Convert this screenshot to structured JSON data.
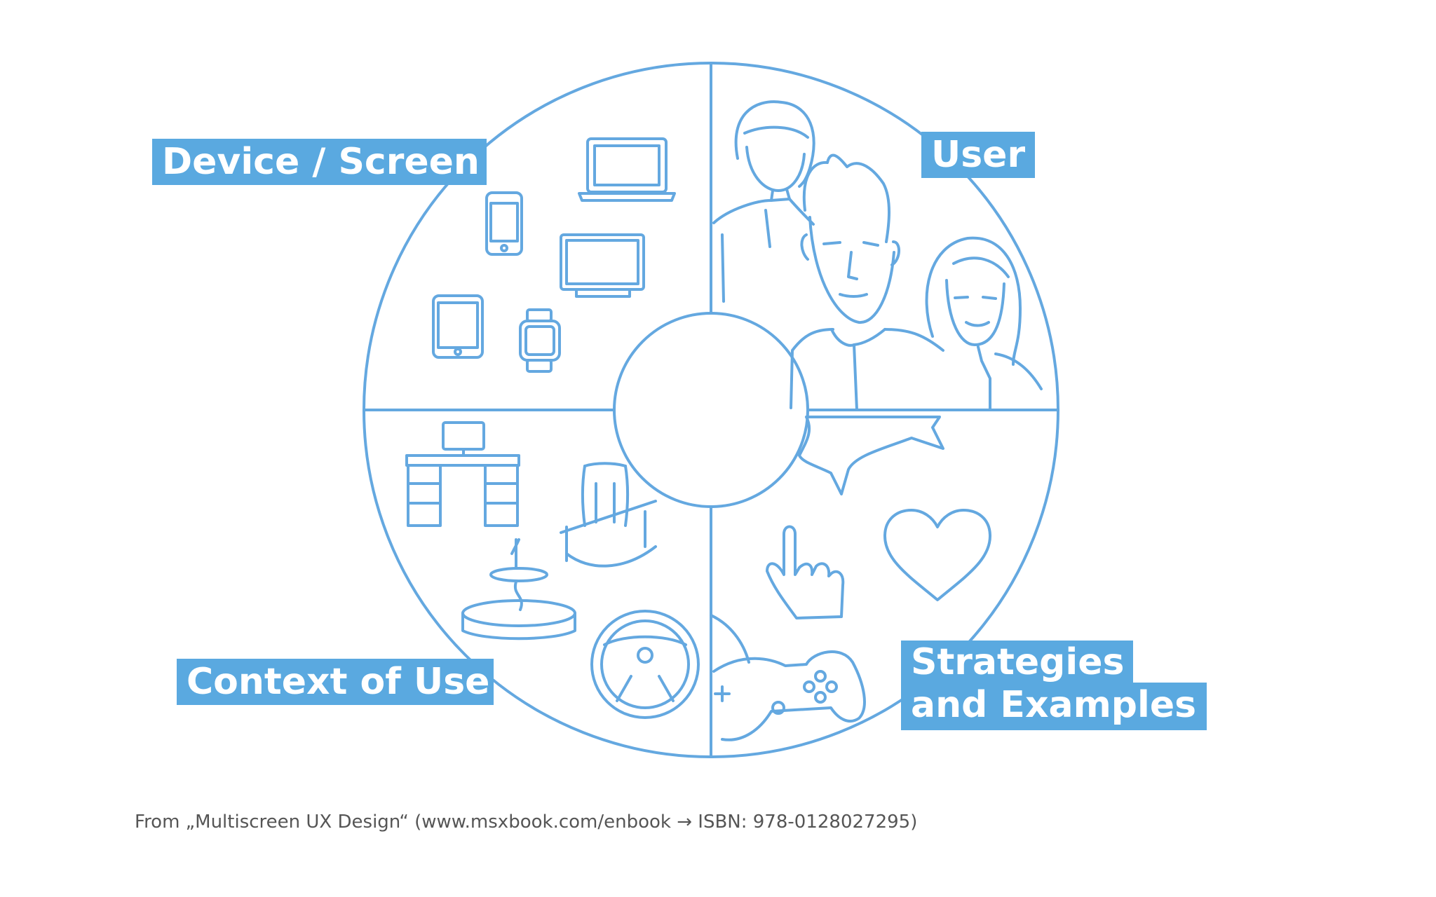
{
  "colors": {
    "accent": "#5aa9e0",
    "line": "#64a8e0",
    "text": "#555555"
  },
  "quadrants": {
    "device": {
      "label": "Device / Screen",
      "icons": [
        "laptop-icon",
        "smartphone-icon",
        "monitor-icon",
        "tablet-icon",
        "smartwatch-icon"
      ]
    },
    "user": {
      "label": "User",
      "icons": [
        "older-woman-illustration",
        "young-man-illustration",
        "young-woman-illustration"
      ]
    },
    "context": {
      "label": "Context of Use",
      "icons": [
        "desk-icon",
        "rocking-chair-icon",
        "fountain-table-icon",
        "steering-wheel-icon"
      ]
    },
    "strategies": {
      "label_line1": "Strategies",
      "label_line2": "and Examples",
      "icons": [
        "pointer-hand-icon",
        "heart-icon",
        "gamepad-icon",
        "speech-bubble-icon"
      ]
    }
  },
  "caption": "From „Multiscreen UX Design“ (www.msxbook.com/enbook → ISBN: 978-0128027295)"
}
